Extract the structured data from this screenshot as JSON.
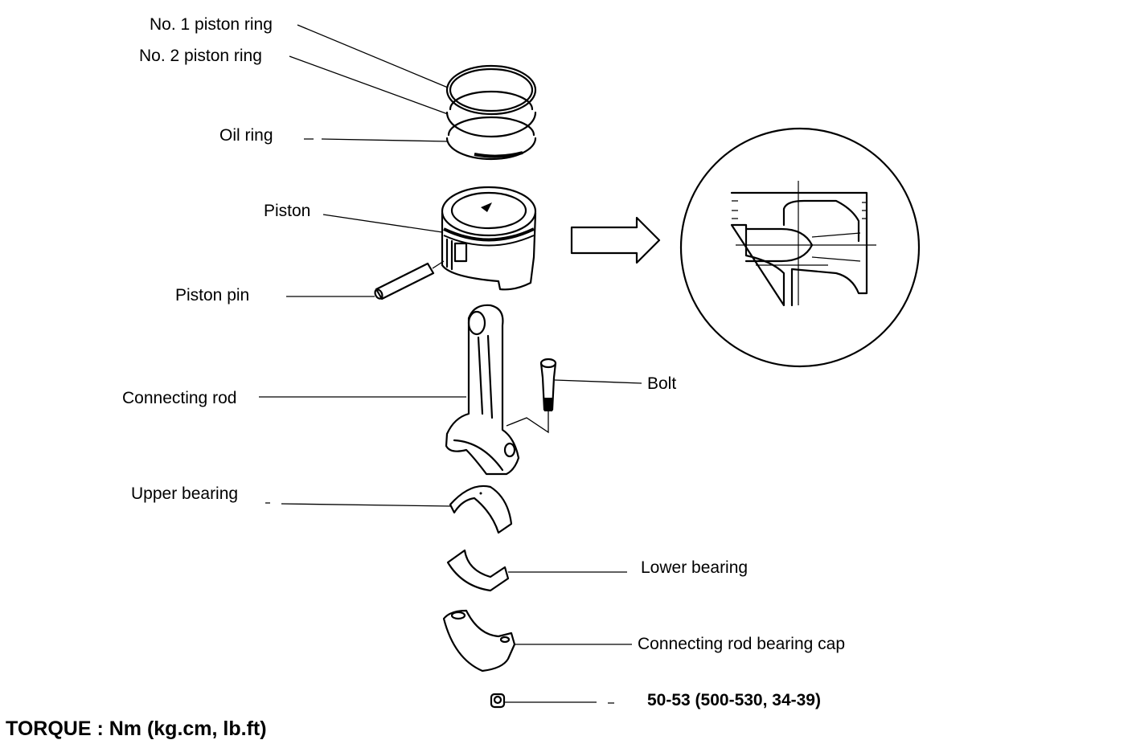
{
  "diagram": {
    "title": "Piston and connecting rod assembly",
    "parts": {
      "no1_ring": "No. 1 piston ring",
      "no2_ring": "No. 2 piston ring",
      "oil_ring": "Oil ring",
      "piston": "Piston",
      "piston_pin": "Piston pin",
      "connecting_rod": "Connecting rod",
      "bolt": "Bolt",
      "upper_bearing": "Upper bearing",
      "lower_bearing": "Lower bearing",
      "bearing_cap": "Connecting rod bearing cap"
    },
    "nut_torque": "50-53 (500-530, 34-39)",
    "torque_units": "TORQUE : Nm (kg.cm, lb.ft)",
    "detail_view": "piston-pin-section-view",
    "icons": {
      "arrow": "right-arrow-icon",
      "nut": "nut-icon"
    }
  }
}
